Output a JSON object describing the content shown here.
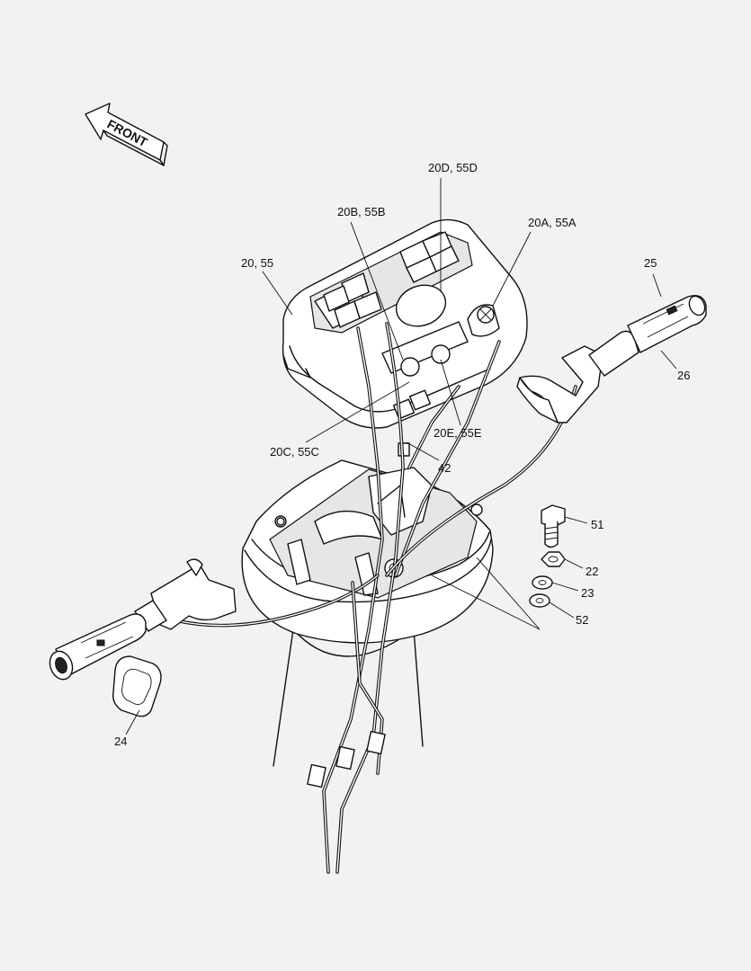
{
  "front_arrow": {
    "label": "FRONT"
  },
  "callouts": {
    "c20d": "20D, 55D",
    "c20b": "20B, 55B",
    "c20a": "20A, 55A",
    "c20": "20, 55",
    "c25": "25",
    "c26": "26",
    "c20c": "20C, 55C",
    "c20e": "20E, 55E",
    "c42": "42",
    "c51": "51",
    "c22": "22",
    "c23": "23",
    "c52": "52",
    "c24": "24"
  }
}
